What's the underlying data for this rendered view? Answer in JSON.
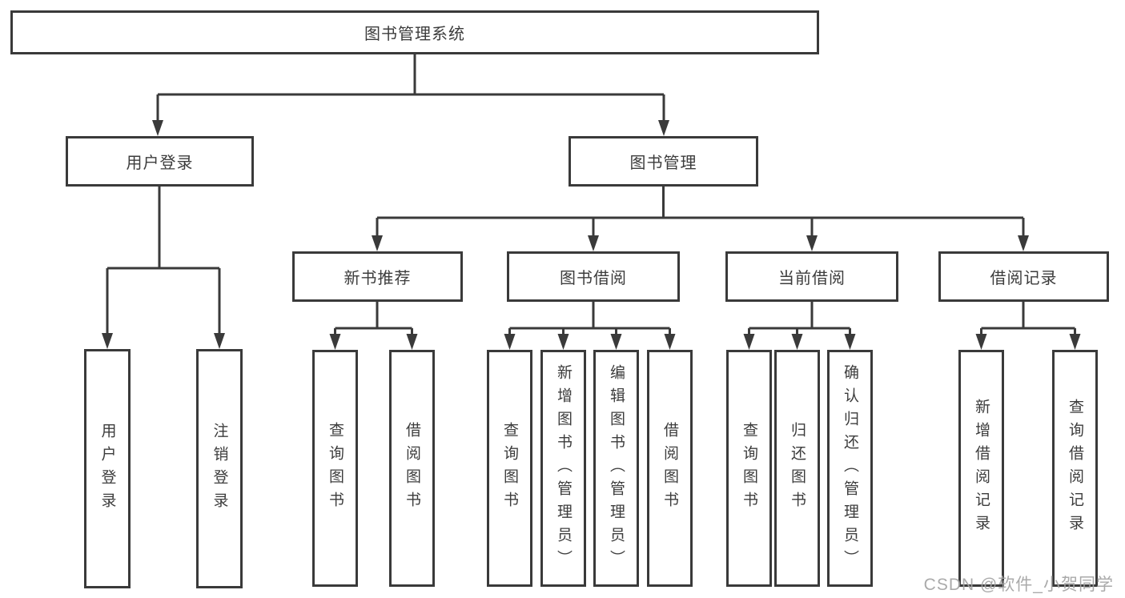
{
  "tree": {
    "label": "图书管理系统",
    "children": [
      {
        "label": "用户登录",
        "children": [
          {
            "label": "用户登录"
          },
          {
            "label": "注销登录"
          }
        ]
      },
      {
        "label": "图书管理",
        "children": [
          {
            "label": "新书推荐",
            "children": [
              {
                "label": "查询图书"
              },
              {
                "label": "借阅图书"
              }
            ]
          },
          {
            "label": "图书借阅",
            "children": [
              {
                "label": "查询图书"
              },
              {
                "label": "新增图书（管理员）"
              },
              {
                "label": "编辑图书（管理员）"
              },
              {
                "label": "借阅图书"
              }
            ]
          },
          {
            "label": "当前借阅",
            "children": [
              {
                "label": "查询图书"
              },
              {
                "label": "归还图书"
              },
              {
                "label": "确认归还（管理员）"
              }
            ]
          },
          {
            "label": "借阅记录",
            "children": [
              {
                "label": "新增借阅记录"
              },
              {
                "label": "查询借阅记录"
              }
            ]
          }
        ]
      }
    ]
  },
  "watermark": "CSDN @软件_小贺同学",
  "colors": {
    "line": "#3a3a3a",
    "text": "#3c3c3c",
    "box_fill": "#ffffff",
    "watermark": "#a3a3a3",
    "background": "#ffffff"
  }
}
